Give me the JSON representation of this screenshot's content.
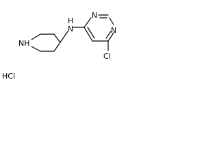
{
  "molecule": {
    "atoms": {
      "piperidine_nh": "NH",
      "amine_linker_n": "N",
      "amine_linker_h": "H",
      "pyrimidine_n_top": "N",
      "pyrimidine_n_right": "N",
      "chlorine": "Cl"
    },
    "salt": "HCl"
  }
}
